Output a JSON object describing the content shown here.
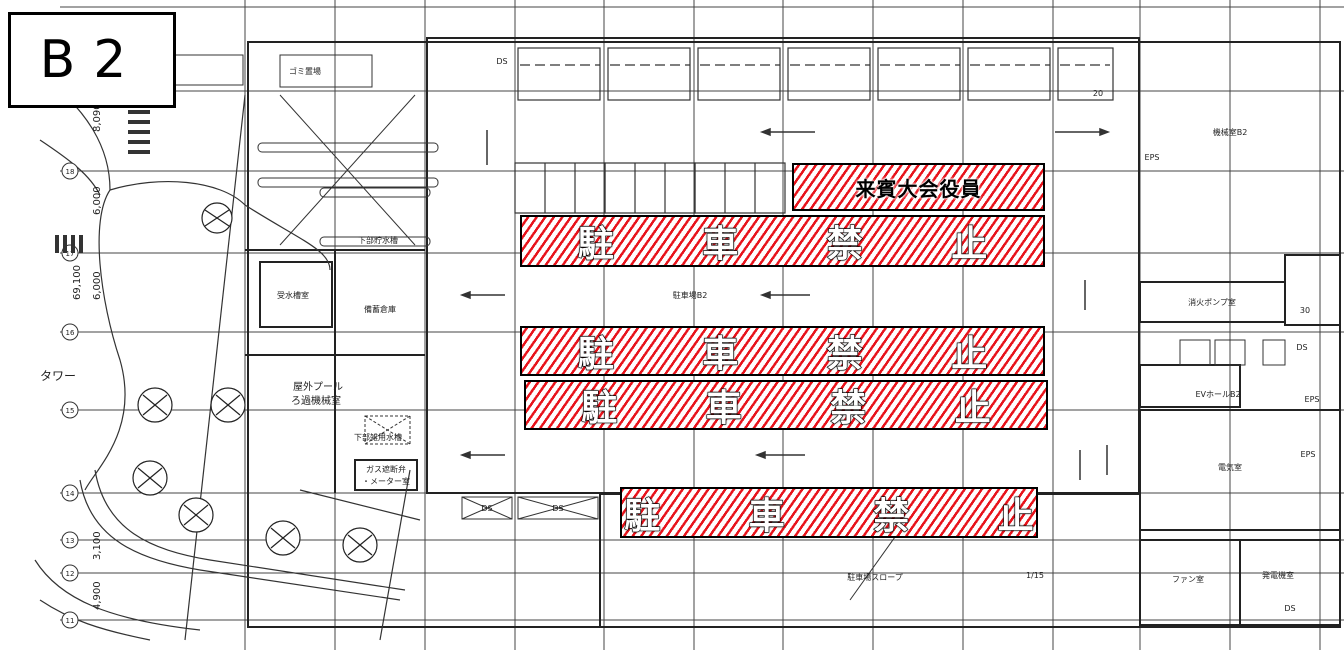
{
  "floor": {
    "label": "B2"
  },
  "zones": {
    "guest": "来賓大会役員",
    "no_parking_1": "駐 車 禁 止",
    "no_parking_2": "駐 車 禁 止",
    "no_parking_3": "駐 車 禁 止",
    "no_parking_4": "駐 車 禁 止"
  },
  "rooms": {
    "garbage": "ゴミ置場",
    "septic": "下部貯水槽",
    "water_room": "受水槽室",
    "storage": "備蓄倉庫",
    "pool_filter_1": "屋外プール",
    "pool_filter_2": "ろ過機械室",
    "lower_tank": "下部雑用水槽",
    "gas_1": "ガス遮断弁",
    "gas_2": "・メーター室",
    "parking": "駐車場B2",
    "parking_slope": "駐車場スロープ",
    "machine": "機械室B2",
    "fire_pump": "消火ポンプ室",
    "ev_hall": "EVホールB2",
    "electric": "電気室",
    "fan": "ファン室",
    "generator": "発電機室",
    "ds": "DS",
    "eps": "EPS",
    "tower": "タワー"
  },
  "numbers": {
    "slots_20": "20",
    "slope": "1/15",
    "n30": "30",
    "dim_8090": "8,090",
    "dim_69100": "69,100",
    "dim_6000a": "6,000",
    "dim_6000b": "6,000",
    "dim_4900": "4,900",
    "dim_3100": "3,100",
    "grid_labels": [
      "18",
      "17",
      "16",
      "15",
      "14",
      "13",
      "12",
      "11"
    ]
  }
}
